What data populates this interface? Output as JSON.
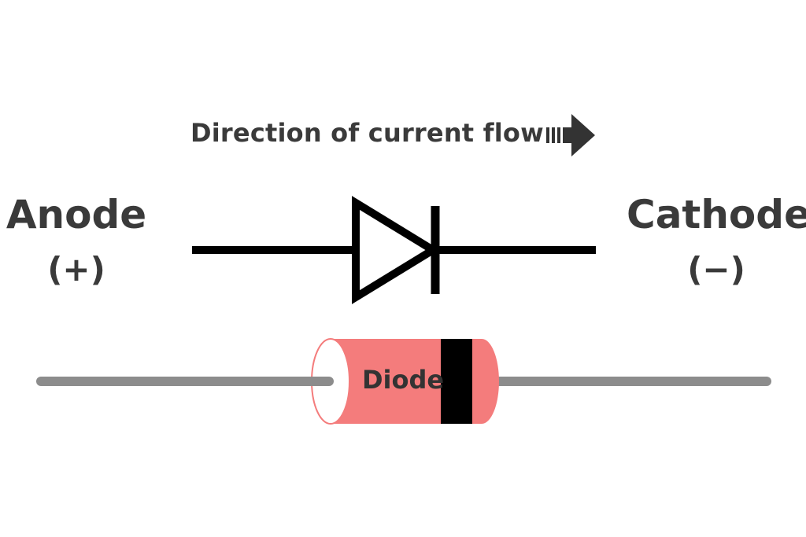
{
  "direction_label": "Direction of current flow",
  "anode": {
    "name": "Anode",
    "polarity": "(+)"
  },
  "cathode": {
    "name": "Cathode",
    "polarity": "(−)"
  },
  "component_label": "Diode",
  "icons": {
    "flow_arrow": "arrow-right-icon",
    "schematic": "diode-symbol-icon",
    "component": "diode-component-icon"
  },
  "colors": {
    "text": "#3a3a3a",
    "line": "#000000",
    "lead": "#8c8c8c",
    "body": "#f47c7c",
    "band": "#000000"
  }
}
